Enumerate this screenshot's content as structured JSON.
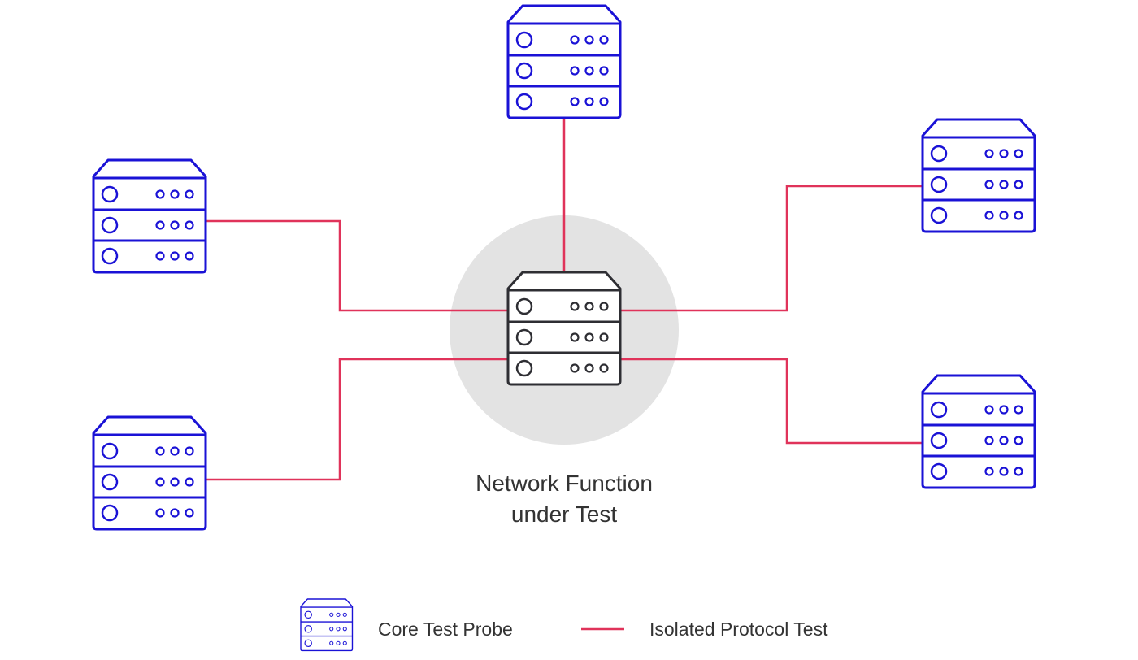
{
  "center": {
    "title_line1": "Network Function",
    "title_line2": "under Test"
  },
  "legend": {
    "probe_label": "Core Test Probe",
    "line_label": "Isolated Protocol Test"
  },
  "colors": {
    "probe": "#1a12d6",
    "center_server": "#2e2e33",
    "connection": "#e0335a",
    "halo": "#e3e3e3",
    "text": "#333333"
  },
  "icons": {
    "probe": "server-rack-icon",
    "center": "server-rack-icon",
    "legend_line": "line-segment-icon"
  }
}
